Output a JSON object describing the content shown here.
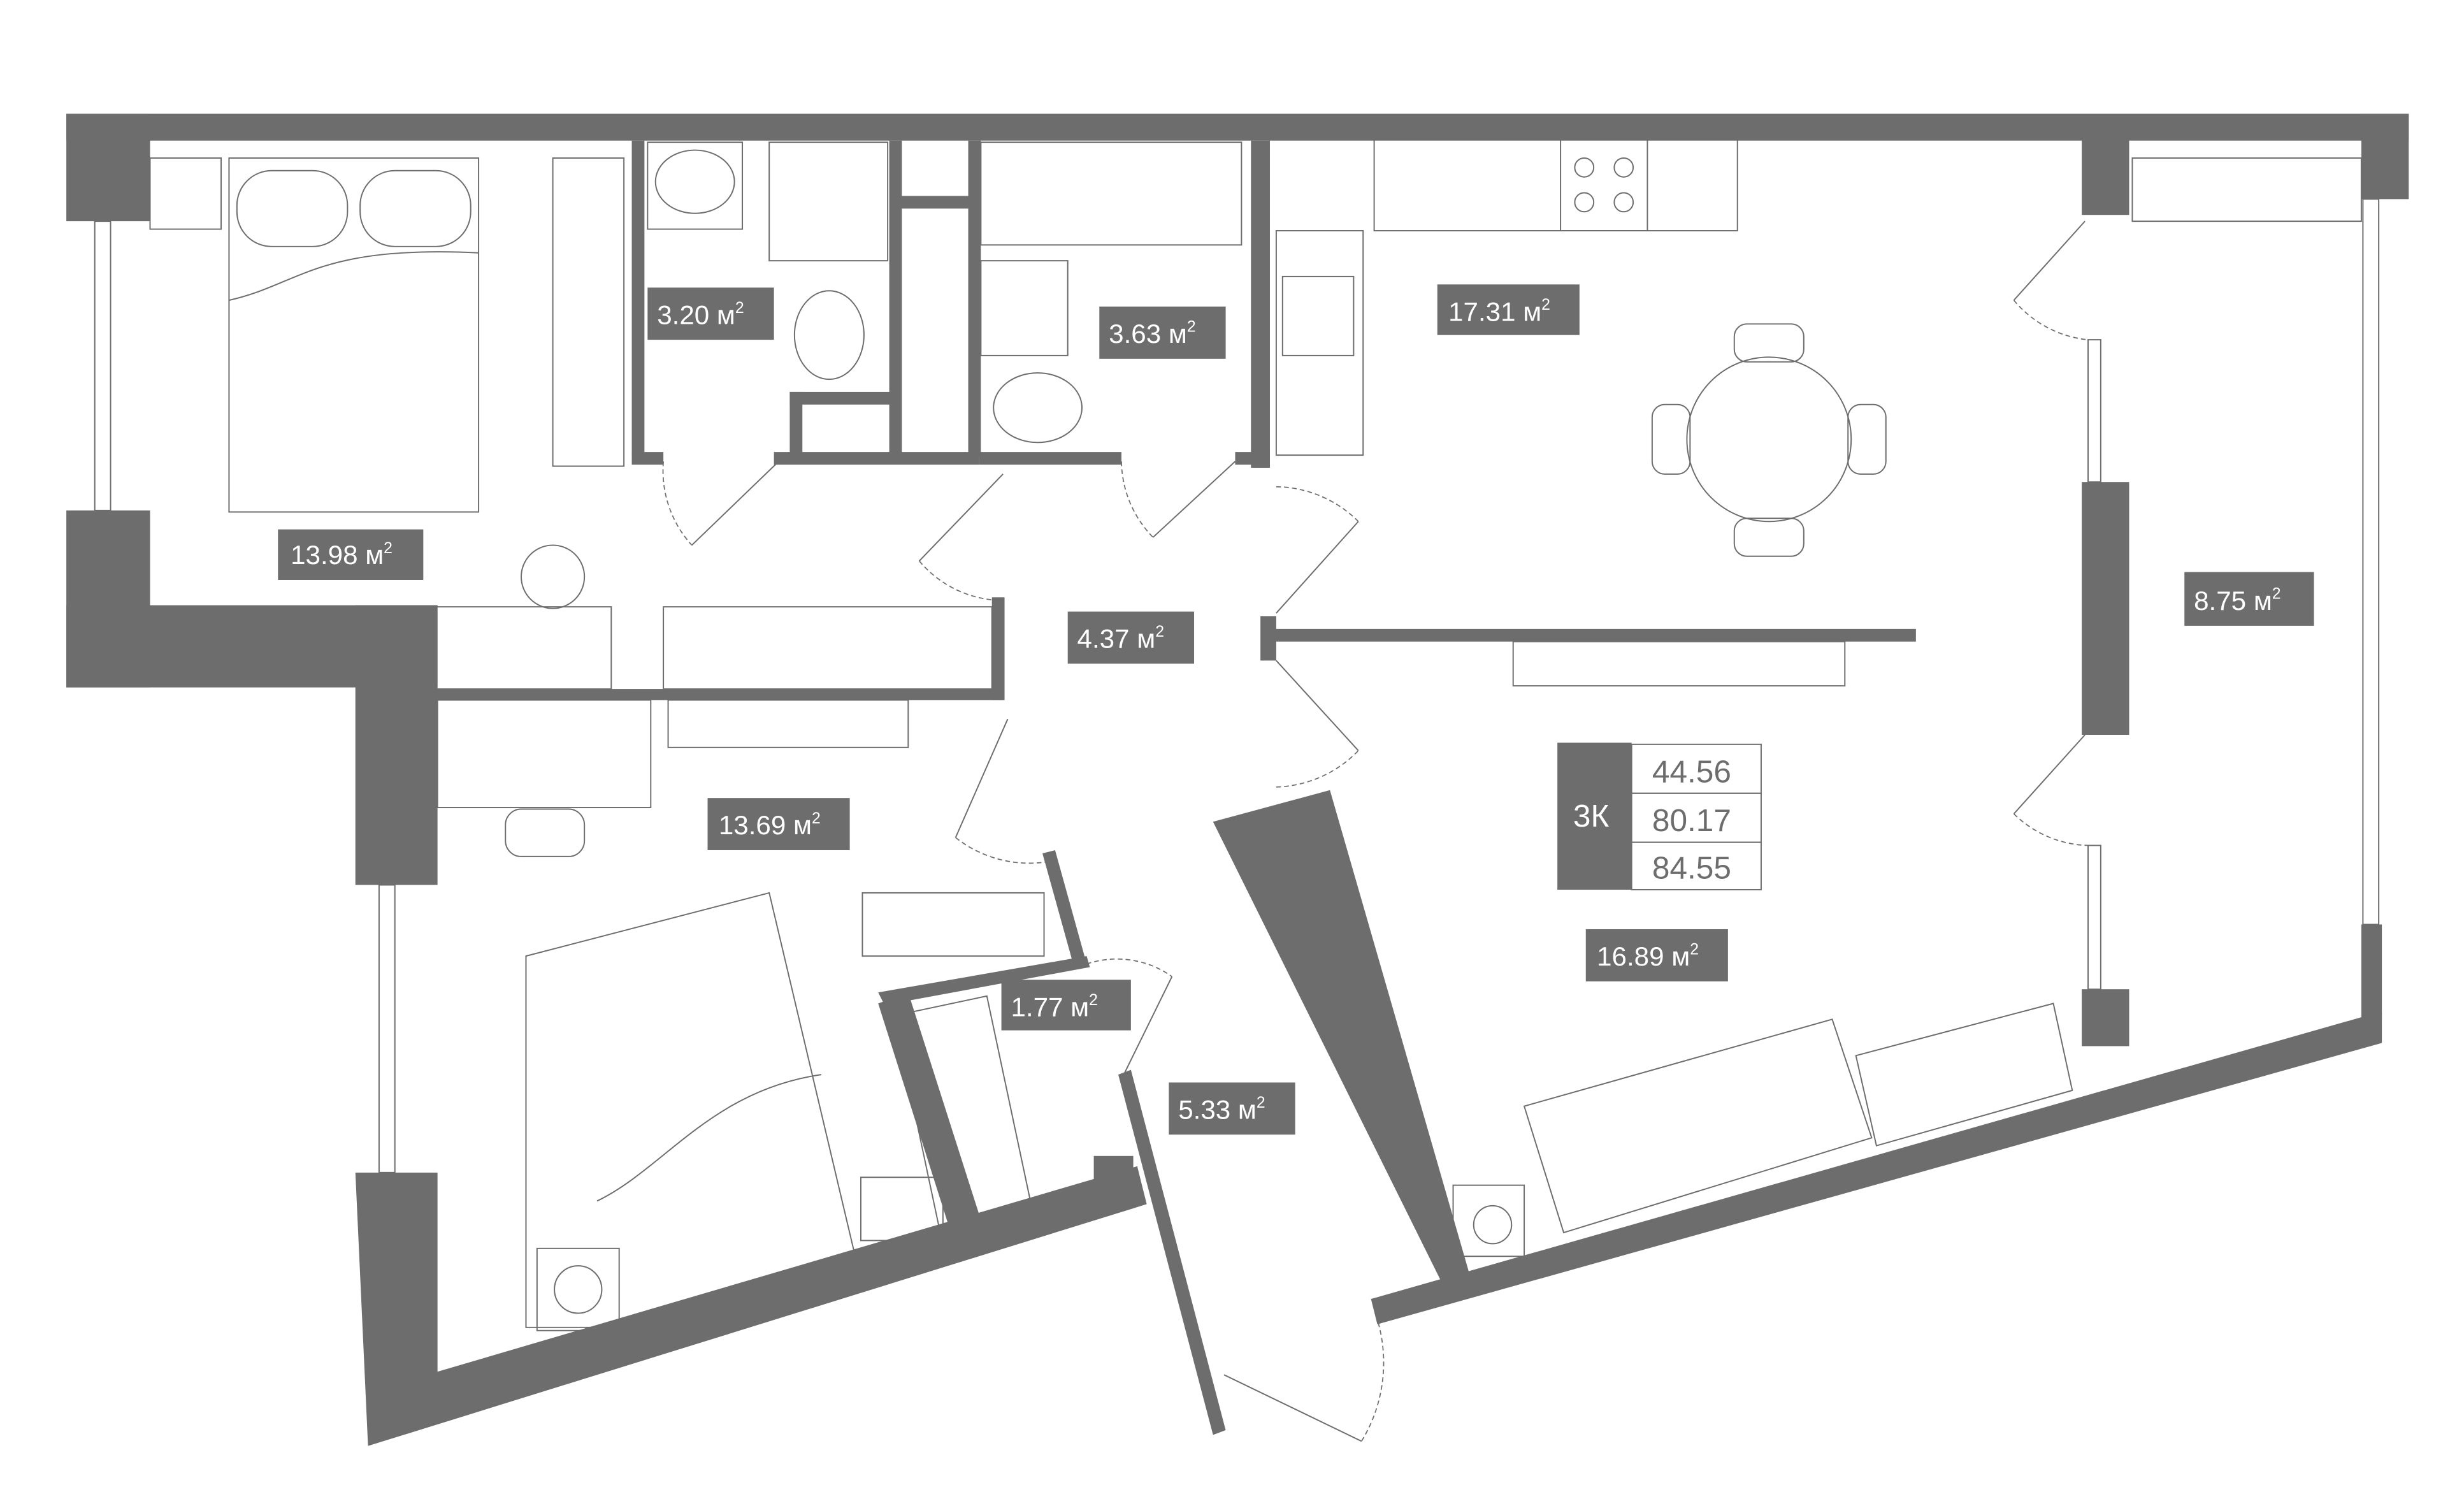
{
  "plan": {
    "type_label": "3К",
    "summary": [
      "44.56",
      "80.17",
      "84.55"
    ],
    "unit": "м",
    "unit_power": "2",
    "rooms": [
      {
        "name": "bedroom-1",
        "area": "13.98"
      },
      {
        "name": "bathroom-1",
        "area": "3.20"
      },
      {
        "name": "bathroom-2",
        "area": "3.63"
      },
      {
        "name": "kitchen-dining",
        "area": "17.31"
      },
      {
        "name": "hall",
        "area": "4.37"
      },
      {
        "name": "loggia",
        "area": "8.75"
      },
      {
        "name": "bedroom-2",
        "area": "13.69"
      },
      {
        "name": "living-room",
        "area": "16.89"
      },
      {
        "name": "wardrobe",
        "area": "1.77"
      },
      {
        "name": "entrance-hall",
        "area": "5.33"
      }
    ]
  },
  "colors": {
    "wall": "#6d6d6d",
    "background": "#ffffff"
  }
}
